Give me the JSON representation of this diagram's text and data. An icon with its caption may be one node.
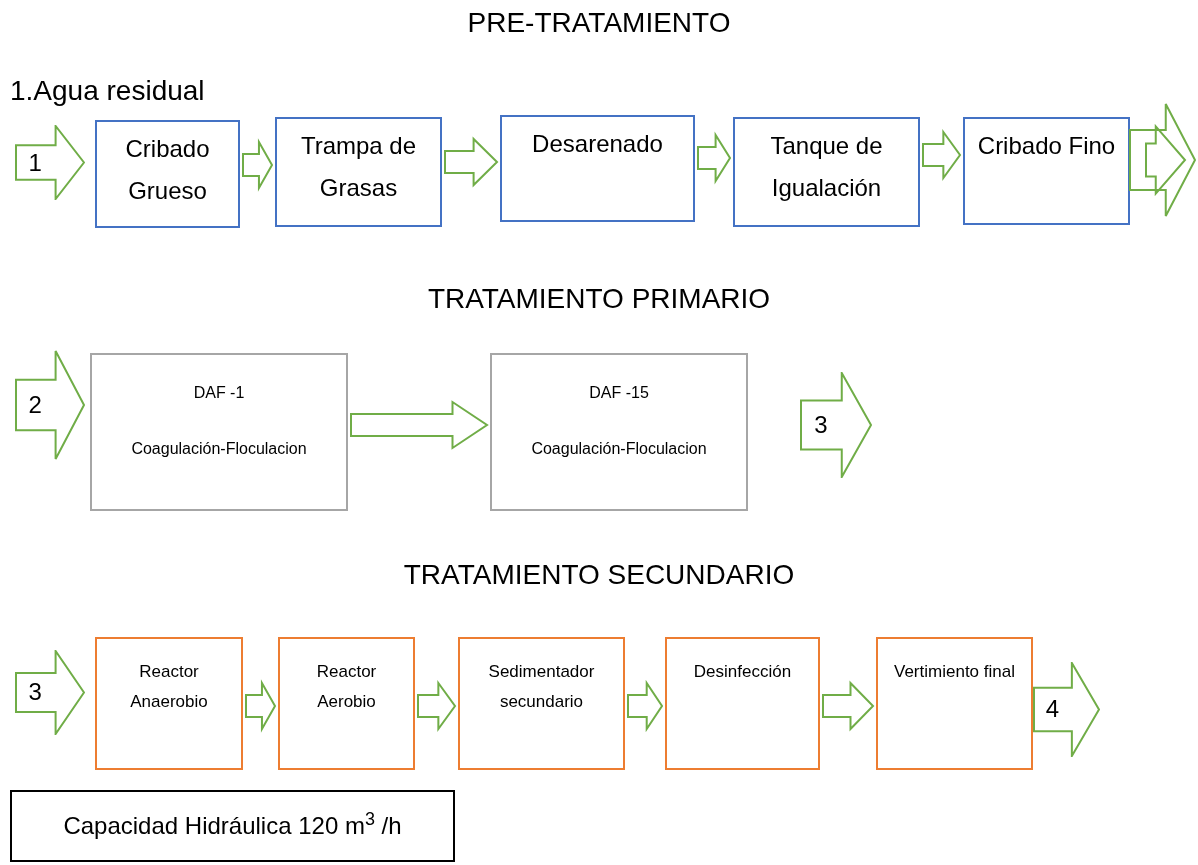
{
  "diagram": {
    "nodes": [
      {
        "text": [
          "1"
        ]
      },
      {
        "text": [
          "Cribado Grueso"
        ]
      },
      {
        "text": [
          "Trampa de Grasas"
        ]
      },
      {
        "text": [
          "Desarenado"
        ]
      },
      {
        "text": [
          "Tanque de Igualación"
        ]
      },
      {
        "text": [
          "Cribado Fino"
        ]
      },
      {
        "text": [
          "2"
        ]
      },
      {
        "text": [
          "DAF -1",
          "Coagulación-Floculacion"
        ]
      },
      {
        "text": [
          "DAF -15",
          "Coagulación-Floculacion"
        ]
      },
      {
        "text": [
          "3"
        ]
      },
      {
        "text": [
          "3"
        ]
      },
      {
        "text": [
          "Reactor Anaerobio"
        ]
      },
      {
        "text": [
          "Reactor Aerobio"
        ]
      },
      {
        "text": [
          "Sedimentador secundario"
        ]
      },
      {
        "text": [
          "Desinfección"
        ]
      },
      {
        "text": [
          "Vertimiento final"
        ]
      },
      {
        "text": [
          "4"
        ]
      },
      {
        "text": [
          "Capacidad Hidráulica 120 m$^{3}$ /h"
        ]
      }
    ],
    "edges": [
      {
        "from": 1,
        "to": 2,
        "arrow": "to"
      },
      {
        "from": 2,
        "to": 3,
        "arrow": "to"
      },
      {
        "from": 3,
        "to": 4,
        "arrow": "to"
      },
      {
        "from": 4,
        "to": 5,
        "arrow": "to"
      },
      {
        "from": 5,
        "to": null,
        "arrow": "to"
      },
      {
        "from": 7,
        "to": 8,
        "arrow": "to"
      },
      {
        "from": 11,
        "to": 12,
        "arrow": "to"
      },
      {
        "from": 12,
        "to": 13,
        "arrow": "to"
      },
      {
        "from": 13,
        "to": 14,
        "arrow": "to"
      },
      {
        "from": 14,
        "to": 15,
        "arrow": "to"
      }
    ],
    "labels": [
      "PRE-TRATAMIENTO",
      "1.Agua residual",
      "TRATAMIENTO PRIMARIO",
      "TRATAMIENTO SECUNDARIO"
    ]
  }
}
